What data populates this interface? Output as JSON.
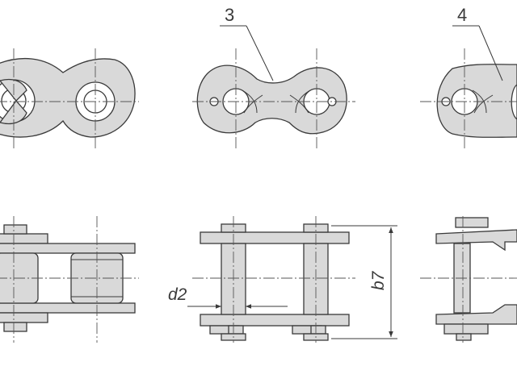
{
  "callouts": {
    "item_3": "3",
    "item_4": "4"
  },
  "dimensions": {
    "pin_diameter": "d2",
    "width": "b7"
  },
  "colors": {
    "part_fill": "#d9d9d9",
    "outline": "#3a3a3a",
    "centerline": "#555555"
  }
}
